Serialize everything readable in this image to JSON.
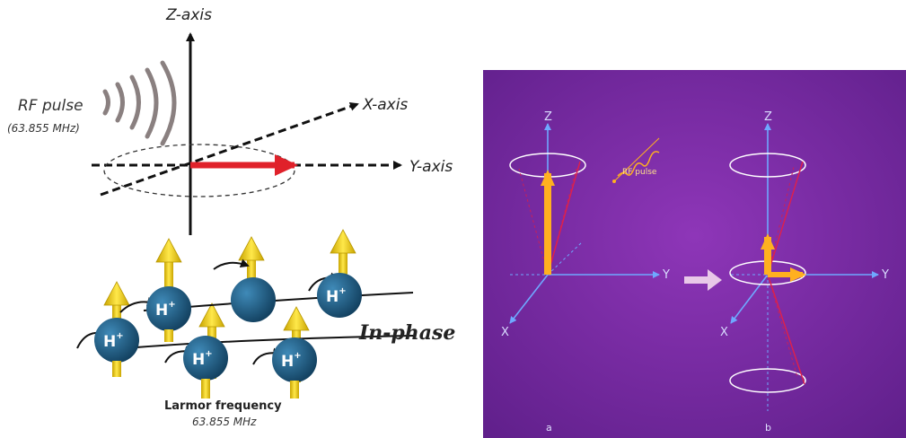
{
  "left_diagram": {
    "axes": {
      "z": "Z-axis",
      "x": "X-axis",
      "y": "Y-axis"
    },
    "rf_pulse": {
      "label": "RF pulse",
      "frequency": "(63.855 MHz)"
    },
    "proton_label": "H",
    "proton_charge": "+",
    "phase_label": "In-phase",
    "larmor": {
      "label": "Larmor frequency",
      "value": "63.855 MHz"
    }
  },
  "right_diagram": {
    "panel_a": {
      "axis_z": "Z",
      "axis_y": "Y",
      "axis_x": "X",
      "label": "a",
      "rf_label": "RF pulse"
    },
    "panel_b": {
      "axis_z": "Z",
      "axis_y": "Y",
      "axis_x": "X",
      "label": "b"
    }
  },
  "colors": {
    "proton": "#1e5a80",
    "spin_arrow": "#f0d000",
    "magnetization_arrow": "#e0212a",
    "background_right": "#7a2aa0",
    "axis_right": "#6fa8ff"
  }
}
